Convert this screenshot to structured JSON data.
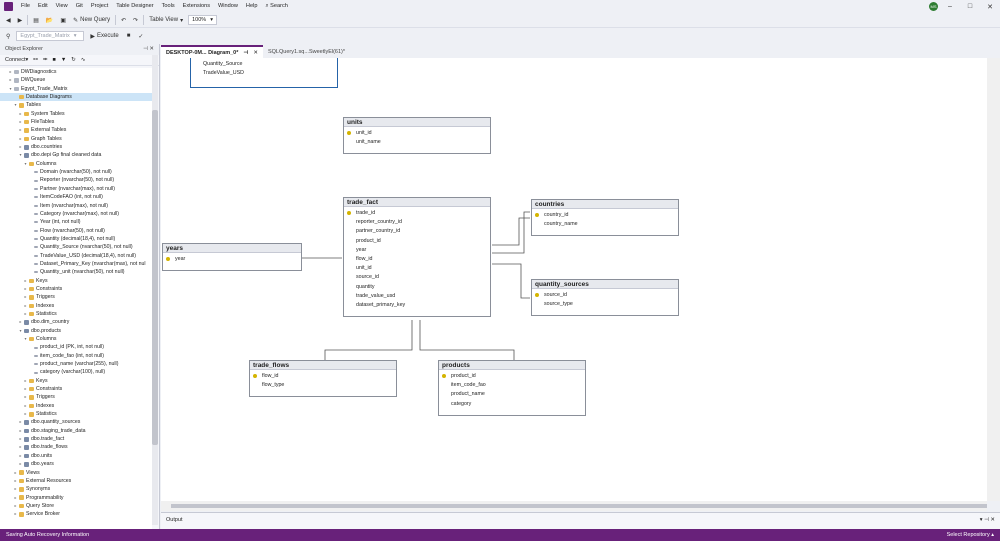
{
  "menubar": {
    "items": [
      "File",
      "Edit",
      "View",
      "Git",
      "Project",
      "Table Designer",
      "Tools",
      "Extensions",
      "Window",
      "Help"
    ],
    "search": "Search",
    "avatar_initials": "MS"
  },
  "toolbar1": {
    "new_query": "New Query",
    "table_view": "Table View",
    "zoom": "100%"
  },
  "toolbar2": {
    "database": "Egypt_Trade_Matrix",
    "execute": "Execute"
  },
  "object_explorer": {
    "title": "Object Explorer",
    "connect": "Connect",
    "nodes": [
      {
        "label": "DWDiagnostics",
        "indent": 2,
        "icon": "db",
        "exp": "+"
      },
      {
        "label": "DWQueue",
        "indent": 2,
        "icon": "db",
        "exp": "+"
      },
      {
        "label": "Egypt_Trade_Matrix",
        "indent": 2,
        "icon": "db",
        "exp": "-"
      },
      {
        "label": "Database Diagrams",
        "indent": 3,
        "icon": "fo",
        "exp": "",
        "selected": true
      },
      {
        "label": "Tables",
        "indent": 3,
        "icon": "fo",
        "exp": "-"
      },
      {
        "label": "System Tables",
        "indent": 4,
        "icon": "fo",
        "exp": "+"
      },
      {
        "label": "FileTables",
        "indent": 4,
        "icon": "fo",
        "exp": "+"
      },
      {
        "label": "External Tables",
        "indent": 4,
        "icon": "fo",
        "exp": "+"
      },
      {
        "label": "Graph Tables",
        "indent": 4,
        "icon": "fo",
        "exp": "+"
      },
      {
        "label": "dbo.countries",
        "indent": 4,
        "icon": "tb",
        "exp": "+"
      },
      {
        "label": "dbo.depi Gp final cleaned data",
        "indent": 4,
        "icon": "tb",
        "exp": "-"
      },
      {
        "label": "Columns",
        "indent": 5,
        "icon": "fo",
        "exp": "-"
      },
      {
        "label": "Domain (nvarchar(50), not null)",
        "indent": 6,
        "icon": "co",
        "exp": ""
      },
      {
        "label": "Reporter (nvarchar(50), not null)",
        "indent": 6,
        "icon": "co",
        "exp": ""
      },
      {
        "label": "Partner (nvarchar(max), not null)",
        "indent": 6,
        "icon": "co",
        "exp": ""
      },
      {
        "label": "ItemCodeFAO (int, not null)",
        "indent": 6,
        "icon": "co",
        "exp": ""
      },
      {
        "label": "Item (nvarchar(max), not null)",
        "indent": 6,
        "icon": "co",
        "exp": ""
      },
      {
        "label": "Category (nvarchar(max), not null)",
        "indent": 6,
        "icon": "co",
        "exp": ""
      },
      {
        "label": "Year (int, not null)",
        "indent": 6,
        "icon": "co",
        "exp": ""
      },
      {
        "label": "Flow (nvarchar(50), not null)",
        "indent": 6,
        "icon": "co",
        "exp": ""
      },
      {
        "label": "Quantity (decimal(18,4), not null)",
        "indent": 6,
        "icon": "co",
        "exp": ""
      },
      {
        "label": "Quantity_Source (nvarchar(50), not null)",
        "indent": 6,
        "icon": "co",
        "exp": ""
      },
      {
        "label": "TradeValue_USD (decimal(18,4), not null)",
        "indent": 6,
        "icon": "co",
        "exp": ""
      },
      {
        "label": "Dataset_Primary_Key (nvarchar(max), not nul",
        "indent": 6,
        "icon": "co",
        "exp": ""
      },
      {
        "label": "Quantity_unit (nvarchar(50), not null)",
        "indent": 6,
        "icon": "co",
        "exp": ""
      },
      {
        "label": "Keys",
        "indent": 5,
        "icon": "fo",
        "exp": "+"
      },
      {
        "label": "Constraints",
        "indent": 5,
        "icon": "fo",
        "exp": "+"
      },
      {
        "label": "Triggers",
        "indent": 5,
        "icon": "fo",
        "exp": "+"
      },
      {
        "label": "Indexes",
        "indent": 5,
        "icon": "fo",
        "exp": "+"
      },
      {
        "label": "Statistics",
        "indent": 5,
        "icon": "fo",
        "exp": "+"
      },
      {
        "label": "dbo.dim_country",
        "indent": 4,
        "icon": "tb",
        "exp": "+"
      },
      {
        "label": "dbo.products",
        "indent": 4,
        "icon": "tb",
        "exp": "-"
      },
      {
        "label": "Columns",
        "indent": 5,
        "icon": "fo",
        "exp": "-"
      },
      {
        "label": "product_id (PK, int, not null)",
        "indent": 6,
        "icon": "co",
        "exp": ""
      },
      {
        "label": "item_code_fao (int, not null)",
        "indent": 6,
        "icon": "co",
        "exp": ""
      },
      {
        "label": "product_name (varchar(255), null)",
        "indent": 6,
        "icon": "co",
        "exp": ""
      },
      {
        "label": "category (varchar(100), null)",
        "indent": 6,
        "icon": "co",
        "exp": ""
      },
      {
        "label": "Keys",
        "indent": 5,
        "icon": "fo",
        "exp": "+"
      },
      {
        "label": "Constraints",
        "indent": 5,
        "icon": "fo",
        "exp": "+"
      },
      {
        "label": "Triggers",
        "indent": 5,
        "icon": "fo",
        "exp": "+"
      },
      {
        "label": "Indexes",
        "indent": 5,
        "icon": "fo",
        "exp": "+"
      },
      {
        "label": "Statistics",
        "indent": 5,
        "icon": "fo",
        "exp": "+"
      },
      {
        "label": "dbo.quantity_sources",
        "indent": 4,
        "icon": "tb",
        "exp": "+"
      },
      {
        "label": "dbo.staging_trade_data",
        "indent": 4,
        "icon": "tb",
        "exp": "+"
      },
      {
        "label": "dbo.trade_fact",
        "indent": 4,
        "icon": "tb",
        "exp": "+"
      },
      {
        "label": "dbo.trade_flows",
        "indent": 4,
        "icon": "tb",
        "exp": "+"
      },
      {
        "label": "dbo.units",
        "indent": 4,
        "icon": "tb",
        "exp": "+"
      },
      {
        "label": "dbo.years",
        "indent": 4,
        "icon": "tb",
        "exp": "+"
      },
      {
        "label": "Views",
        "indent": 3,
        "icon": "fo",
        "exp": "+"
      },
      {
        "label": "External Resources",
        "indent": 3,
        "icon": "fo",
        "exp": "+"
      },
      {
        "label": "Synonyms",
        "indent": 3,
        "icon": "fo",
        "exp": "+"
      },
      {
        "label": "Programmability",
        "indent": 3,
        "icon": "fo",
        "exp": "+"
      },
      {
        "label": "Query Store",
        "indent": 3,
        "icon": "fo",
        "exp": "+"
      },
      {
        "label": "Service Broker",
        "indent": 3,
        "icon": "fo",
        "exp": "+"
      }
    ]
  },
  "tabs": [
    {
      "label": "DESKTOP-0M... Diagram_0*",
      "active": true
    },
    {
      "label": "SQLQuery1.sq...SweetlyEl(61)*",
      "active": false
    }
  ],
  "diagram": {
    "partial_table": {
      "rows": [
        "Quantity_Source",
        "TradeValue_USD"
      ]
    },
    "tables": [
      {
        "name": "units",
        "columns": [
          "unit_id",
          "unit_name"
        ],
        "keys": [
          0
        ]
      },
      {
        "name": "trade_fact",
        "columns": [
          "trade_id",
          "reporter_country_id",
          "partner_country_id",
          "product_id",
          "year",
          "flow_id",
          "unit_id",
          "source_id",
          "quantity",
          "trade_value_usd",
          "dataset_primary_key"
        ],
        "keys": [
          0
        ]
      },
      {
        "name": "countries",
        "columns": [
          "country_id",
          "country_name"
        ],
        "keys": [
          0
        ]
      },
      {
        "name": "years",
        "columns": [
          "year"
        ],
        "keys": [
          0
        ]
      },
      {
        "name": "quantity_sources",
        "columns": [
          "source_id",
          "source_type"
        ],
        "keys": [
          0
        ]
      },
      {
        "name": "trade_flows",
        "columns": [
          "flow_id",
          "flow_type"
        ],
        "keys": [
          0
        ]
      },
      {
        "name": "products",
        "columns": [
          "product_id",
          "item_code_fao",
          "product_name",
          "category"
        ],
        "keys": [
          0
        ]
      }
    ]
  },
  "output": {
    "label": "Output"
  },
  "statusbar": {
    "message": "Saving Auto Recovery Information",
    "repo": "Select Repository"
  }
}
